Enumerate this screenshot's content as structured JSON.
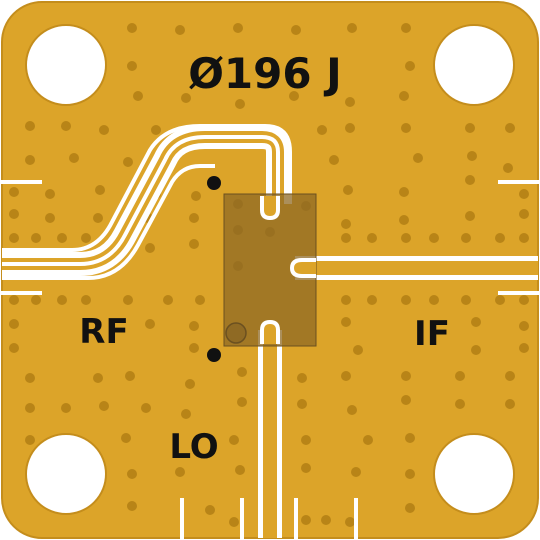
{
  "board": {
    "part_number": "Ø196 J",
    "ports": {
      "rf": "RF",
      "if": "IF",
      "lo": "LO"
    }
  },
  "colors": {
    "substrate": "#dca429",
    "edge": "#c48d1c",
    "via": "#b88417",
    "trace_outline": "#ffffff",
    "component": "#8f6a24",
    "silkscreen": "#111111",
    "mount_hole": "#ffffff"
  }
}
